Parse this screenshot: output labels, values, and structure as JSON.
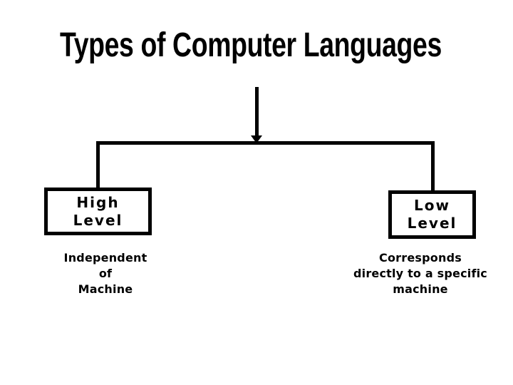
{
  "slide": {
    "title": "Types of Computer Languages",
    "colors": {
      "ink": "#000000",
      "background": "#ffffff"
    },
    "diagram": {
      "root_connector": "down-arrow into horizontal branch line",
      "branches": [
        {
          "box": {
            "line1": "High",
            "line2": "Level"
          },
          "description": {
            "line1": "Independent",
            "line2": "of",
            "line3": "Machine"
          }
        },
        {
          "box": {
            "line1": "Low",
            "line2": "Level"
          },
          "description": {
            "line1": "Corresponds",
            "line2": "directly to a specific",
            "line3": "machine"
          }
        }
      ]
    }
  }
}
